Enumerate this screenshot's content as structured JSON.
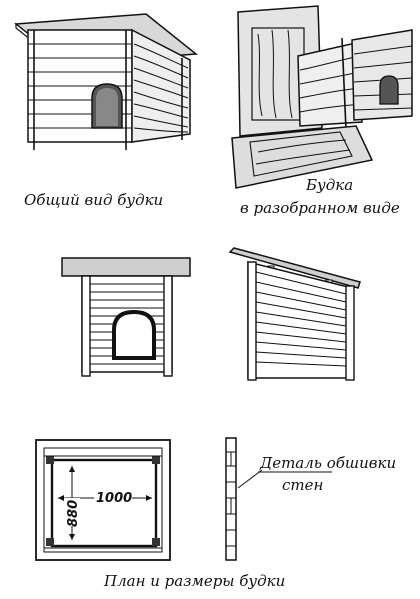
{
  "captions": {
    "general_view": "Общий вид будки",
    "disassembled_line1": "Будка",
    "disassembled_line2": "в разобранном виде",
    "plan": "План и размеры будки",
    "detail_line1": "Деталь обшивки",
    "detail_line2": "стен"
  },
  "dimensions": {
    "width": "1000",
    "depth": "880"
  }
}
